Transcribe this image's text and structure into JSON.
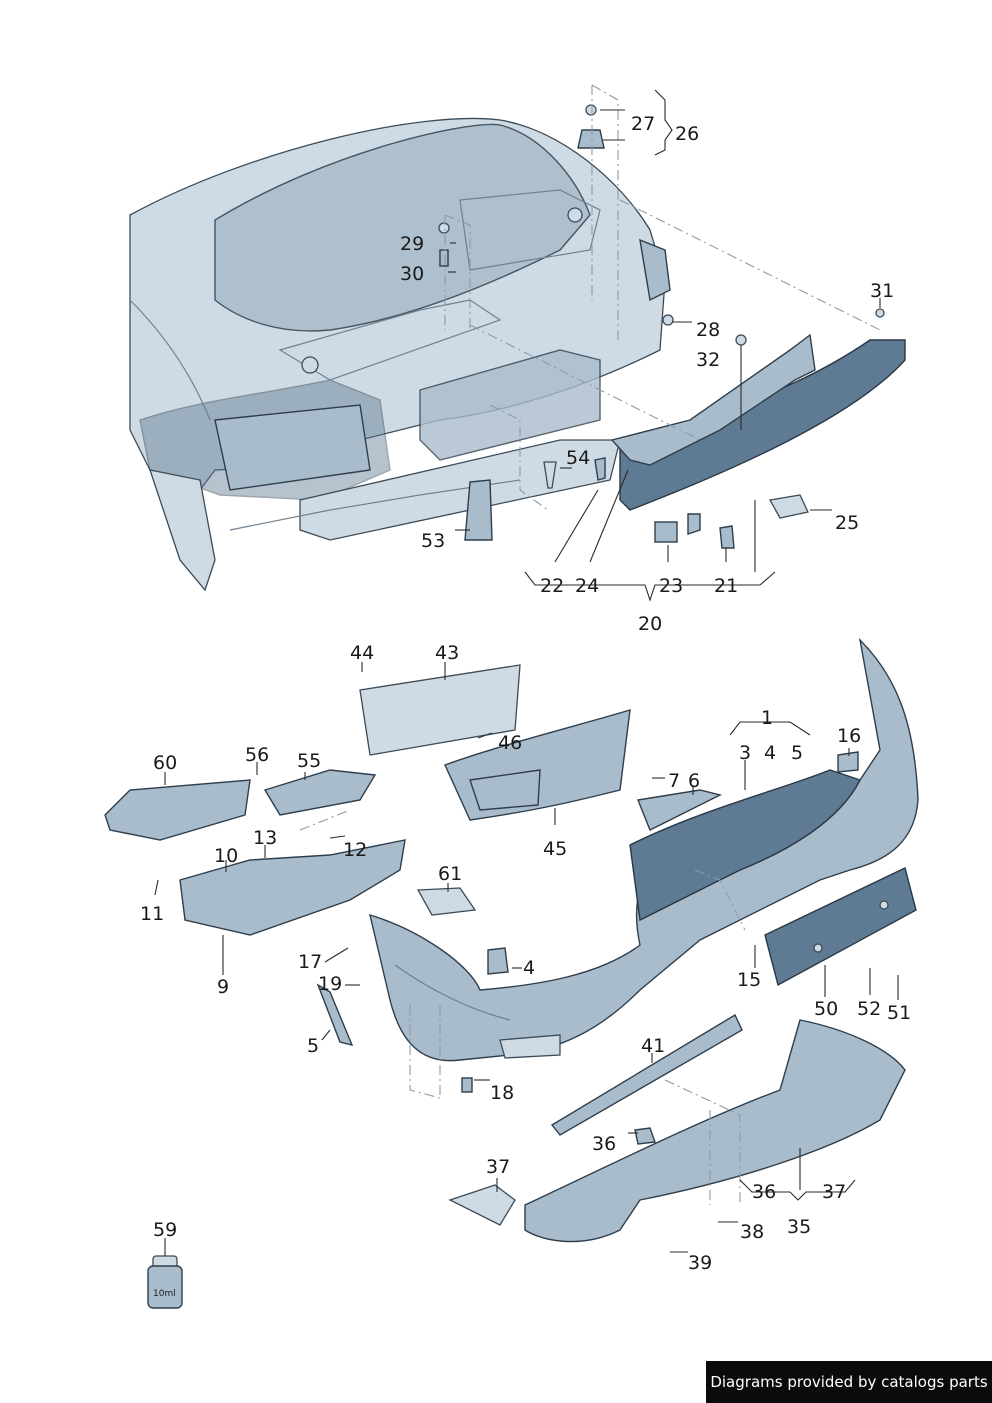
{
  "diagram": {
    "callouts": {
      "c1": "1",
      "c3": "3",
      "c4a": "4",
      "c5a": "5",
      "c4b": "4",
      "c5b": "5",
      "c6": "6",
      "c7": "7",
      "c9": "9",
      "c10": "10",
      "c11": "11",
      "c12": "12",
      "c13": "13",
      "c15": "15",
      "c16": "16",
      "c17": "17",
      "c18": "18",
      "c19": "19",
      "c20": "20",
      "c21": "21",
      "c22": "22",
      "c23": "23",
      "c24": "24",
      "c25": "25",
      "c26": "26",
      "c27": "27",
      "c28": "28",
      "c29": "29",
      "c30": "30",
      "c31": "31",
      "c32": "32",
      "c35": "35",
      "c36a": "36",
      "c36b": "36",
      "c37a": "37",
      "c37b": "37",
      "c38": "38",
      "c39": "39",
      "c41": "41",
      "c43": "43",
      "c44": "44",
      "c45": "45",
      "c46": "46",
      "c50": "50",
      "c51": "51",
      "c52": "52",
      "c53": "53",
      "c54": "54",
      "c55": "55",
      "c56": "56",
      "c59": "59",
      "c60": "60",
      "c61": "61"
    },
    "bottle_label": "10ml"
  },
  "footer": {
    "text": "Diagrams provided by catalogs parts"
  }
}
